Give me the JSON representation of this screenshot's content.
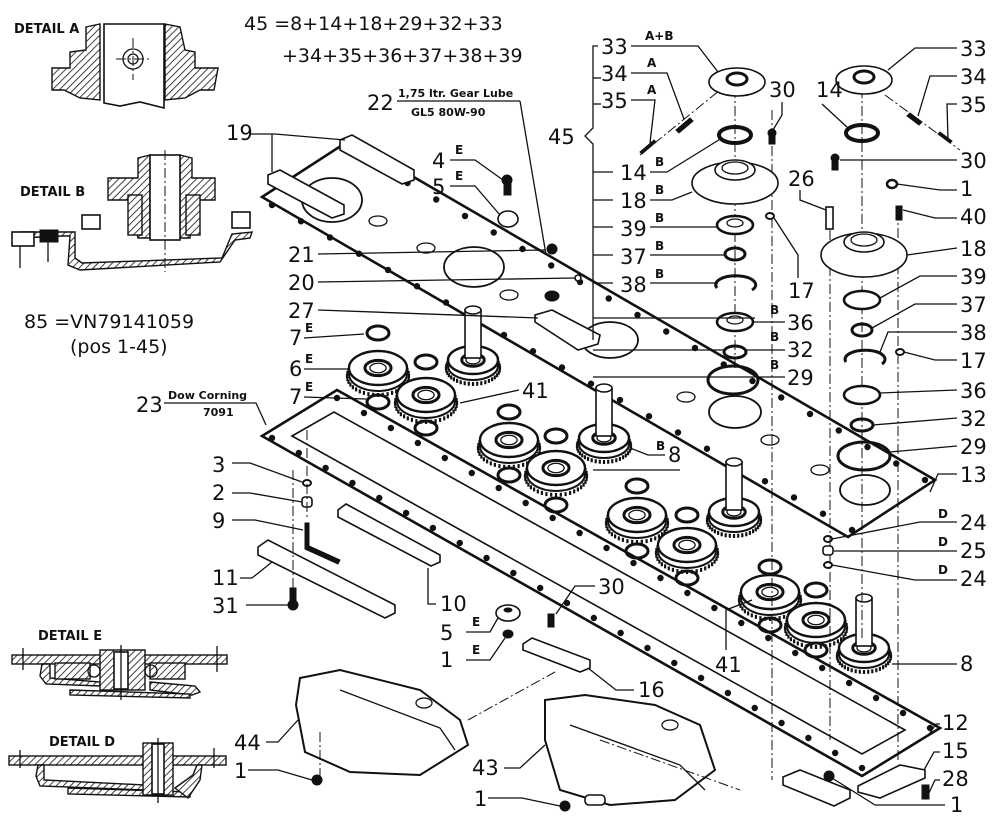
{
  "diagram": {
    "title_formula": {
      "line1": "45 =8+14+18+29+32+33",
      "line2": "+34+35+36+37+38+39"
    },
    "kit_reference": {
      "line1": "85 =VN79141059",
      "line2": "(pos 1-45)"
    },
    "details": {
      "a": "DETAIL A",
      "b": "DETAIL B",
      "e": "DETAIL E",
      "d": "DETAIL D"
    },
    "notes": {
      "gear_lube": {
        "number": "22",
        "line1": "1,75 ltr. Gear Lube",
        "line2": "GL5 80W-90"
      },
      "sealant": {
        "number": "23",
        "line1": "Dow Corning",
        "line2": "7091"
      }
    },
    "callouts_left_group": [
      {
        "number": "33",
        "detail": "A+B"
      },
      {
        "number": "34",
        "detail": "A"
      },
      {
        "number": "35",
        "detail": "A"
      },
      {
        "number": "45",
        "detail": ""
      },
      {
        "number": "14",
        "detail": "B"
      },
      {
        "number": "18",
        "detail": "B"
      },
      {
        "number": "39",
        "detail": "B"
      },
      {
        "number": "37",
        "detail": "B"
      },
      {
        "number": "38",
        "detail": "B"
      }
    ],
    "callouts_center": [
      {
        "number": "30",
        "detail": ""
      },
      {
        "number": "17",
        "detail": ""
      },
      {
        "number": "36",
        "detail": "B"
      },
      {
        "number": "32",
        "detail": "B"
      },
      {
        "number": "29",
        "detail": "B"
      },
      {
        "number": "8",
        "detail": "B"
      },
      {
        "number": "41",
        "detail": ""
      },
      {
        "number": "41",
        "detail": ""
      }
    ],
    "callouts_right": [
      {
        "number": "33",
        "detail": ""
      },
      {
        "number": "34",
        "detail": ""
      },
      {
        "number": "35",
        "detail": ""
      },
      {
        "number": "14",
        "detail": ""
      },
      {
        "number": "30",
        "detail": ""
      },
      {
        "number": "26",
        "detail": ""
      },
      {
        "number": "1",
        "detail": ""
      },
      {
        "number": "40",
        "detail": ""
      },
      {
        "number": "18",
        "detail": ""
      },
      {
        "number": "39",
        "detail": ""
      },
      {
        "number": "37",
        "detail": ""
      },
      {
        "number": "38",
        "detail": ""
      },
      {
        "number": "17",
        "detail": ""
      },
      {
        "number": "36",
        "detail": ""
      },
      {
        "number": "32",
        "detail": ""
      },
      {
        "number": "29",
        "detail": ""
      },
      {
        "number": "13",
        "detail": ""
      },
      {
        "number": "24",
        "detail": "D"
      },
      {
        "number": "25",
        "detail": "D"
      },
      {
        "number": "24",
        "detail": "D"
      },
      {
        "number": "8",
        "detail": ""
      },
      {
        "number": "12",
        "detail": ""
      },
      {
        "number": "15",
        "detail": ""
      },
      {
        "number": "28",
        "detail": ""
      },
      {
        "number": "1",
        "detail": ""
      }
    ],
    "callouts_upper_left": [
      {
        "number": "19",
        "detail": ""
      },
      {
        "number": "4",
        "detail": "E"
      },
      {
        "number": "5",
        "detail": "E"
      },
      {
        "number": "21",
        "detail": ""
      },
      {
        "number": "20",
        "detail": ""
      },
      {
        "number": "27",
        "detail": ""
      },
      {
        "number": "7",
        "detail": "E"
      },
      {
        "number": "6",
        "detail": "E"
      },
      {
        "number": "7",
        "detail": "E"
      }
    ],
    "callouts_lower_left": [
      {
        "number": "3",
        "detail": ""
      },
      {
        "number": "2",
        "detail": ""
      },
      {
        "number": "9",
        "detail": ""
      },
      {
        "number": "11",
        "detail": ""
      },
      {
        "number": "31",
        "detail": ""
      },
      {
        "number": "10",
        "detail": ""
      },
      {
        "number": "5",
        "detail": "E"
      },
      {
        "number": "1",
        "detail": "E"
      },
      {
        "number": "30",
        "detail": ""
      },
      {
        "number": "16",
        "detail": ""
      },
      {
        "number": "44",
        "detail": ""
      },
      {
        "number": "1",
        "detail": ""
      },
      {
        "number": "43",
        "detail": ""
      },
      {
        "number": "1",
        "detail": ""
      }
    ]
  }
}
